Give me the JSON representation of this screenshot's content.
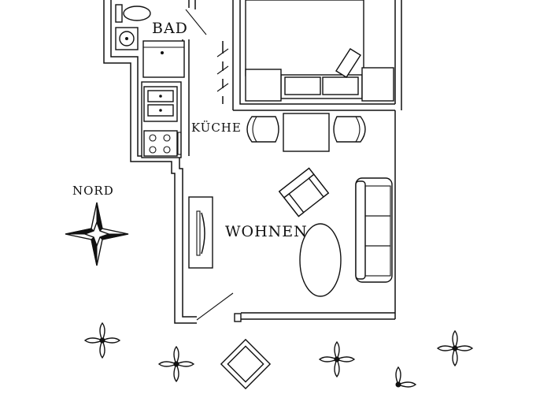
{
  "rooms": {
    "bath": "BAD",
    "kitchen": "KÜCHE",
    "living": "WOHNEN"
  },
  "compass": {
    "label": "NORD"
  },
  "colors": {
    "line": "#111111",
    "background": "#ffffff"
  }
}
